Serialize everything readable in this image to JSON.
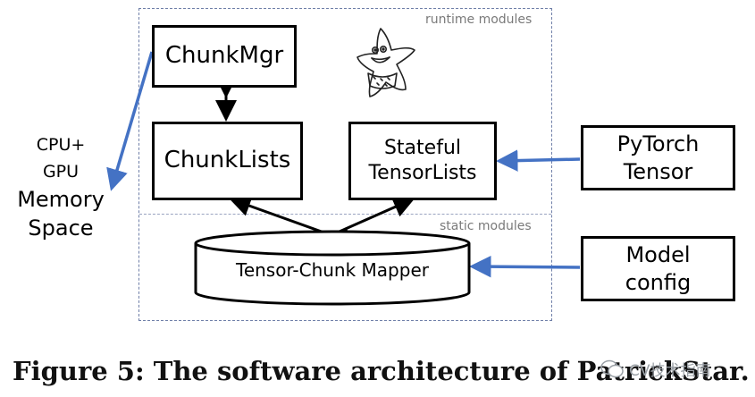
{
  "regions": {
    "runtime_label": "runtime modules",
    "static_label": "static modules"
  },
  "boxes": {
    "chunk_mgr": "ChunkMgr",
    "chunk_lists": "ChunkLists",
    "stateful_tensor_lists": [
      "Stateful",
      "TensorLists"
    ],
    "pytorch_tensor": [
      "PyTorch",
      "Tensor"
    ],
    "model_config": [
      "Model",
      "config"
    ],
    "mapper": "Tensor-Chunk Mapper"
  },
  "memory_space": [
    "CPU+",
    "GPU",
    "Memory",
    "Space"
  ],
  "caption": "Figure 5: The software architecture of PatrickStar.",
  "watermark": "CV技术指南",
  "colors": {
    "box_border": "#000000",
    "blue_arrow": "#4472c4",
    "dashed_border": "#6f7fa8"
  }
}
